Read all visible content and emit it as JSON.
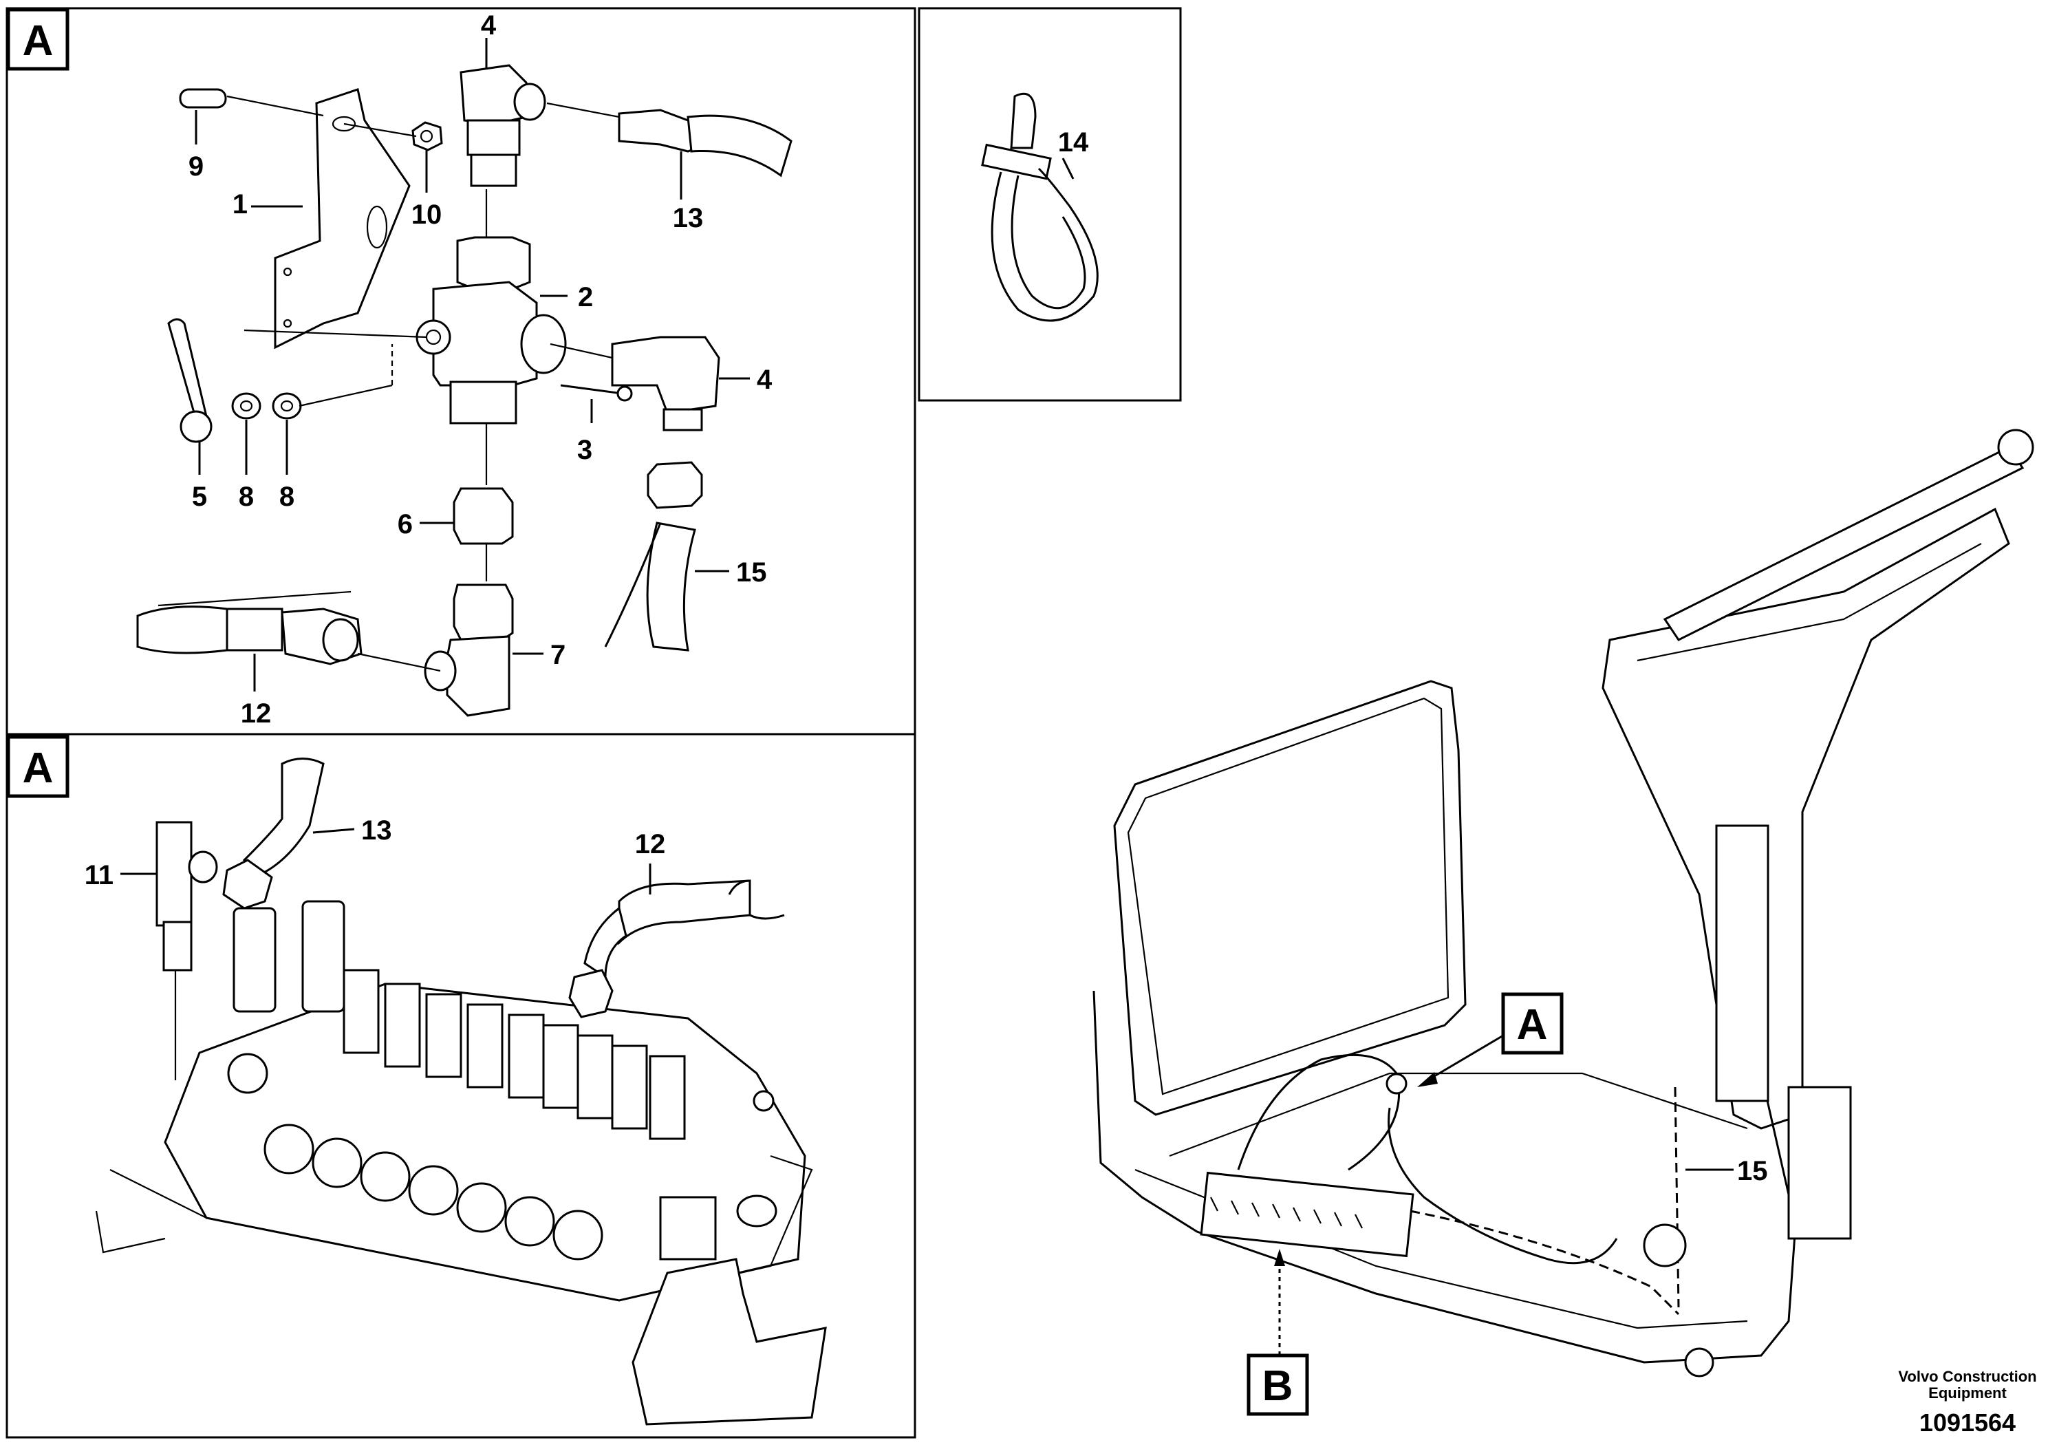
{
  "panels": {
    "top_left": {
      "label": "A"
    },
    "bottom_left": {
      "label": "A"
    },
    "zoom_a": {
      "label": "A"
    },
    "zoom_b": {
      "label": "B"
    }
  },
  "callouts_top": [
    "1",
    "2",
    "3",
    "4",
    "4",
    "5",
    "6",
    "7",
    "8",
    "8",
    "9",
    "10",
    "12",
    "13",
    "15"
  ],
  "callouts_tie": [
    "14"
  ],
  "callouts_bottom": [
    "11",
    "12",
    "13"
  ],
  "callouts_machine": [
    "15"
  ],
  "brand": {
    "line1": "Volvo Construction",
    "line2": "Equipment"
  },
  "doc_number": "1091564"
}
